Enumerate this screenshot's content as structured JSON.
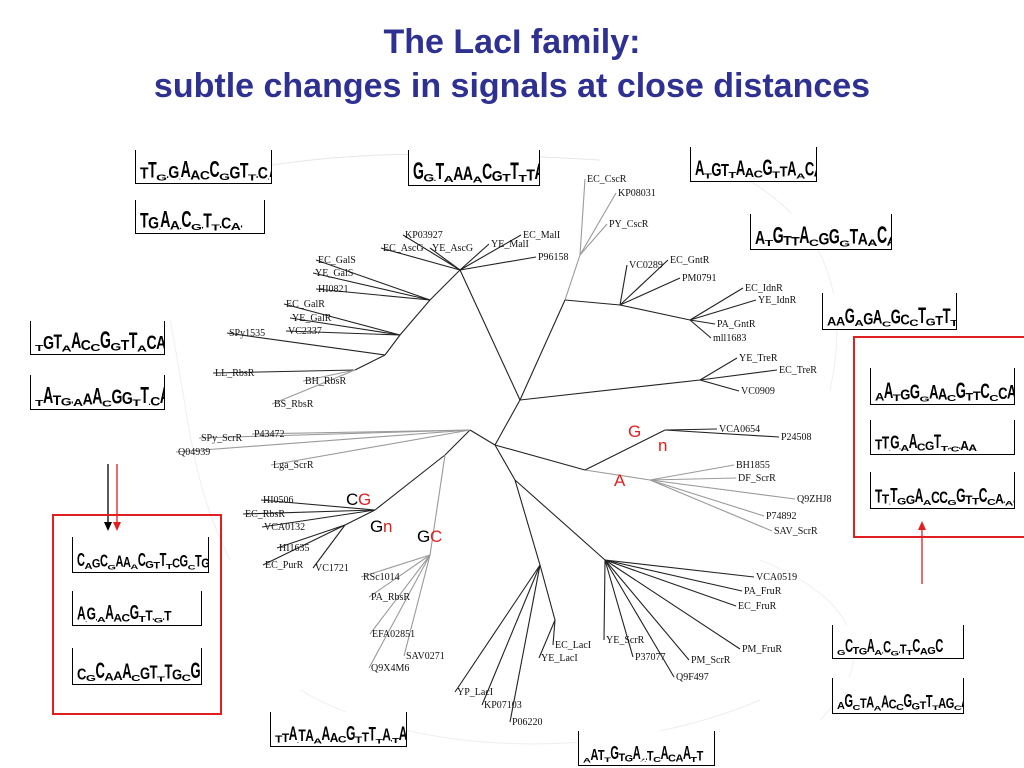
{
  "title": {
    "line1": "The LacI family:",
    "line2": "subtle changes in signals at close distances"
  },
  "colors": {
    "title": "#2e3192",
    "highlight_box": "#e02020",
    "red_letter": "#e02020",
    "black_letter": "#000000",
    "branch_dark": "#222222",
    "branch_light": "#9a9a9a"
  },
  "leaves": [
    "EC_CscR",
    "KP08031",
    "PY_CscR",
    "EC_MalI",
    "YE_MalI",
    "P96158",
    "KP03927",
    "EC_AscG",
    "YE_AscG",
    "EC_GalS",
    "YE_GalS",
    "HI0821",
    "EC_GalR",
    "YE_GalR",
    "VC2337",
    "SPy1535",
    "LL_RbsR",
    "BH_RbsR",
    "BS_RbsR",
    "SPy_ScrR",
    "P43472",
    "Q04939",
    "Lga_ScrR",
    "HI0506",
    "EC_RbsR",
    "VCA0132",
    "HI1635",
    "EC_PurR",
    "VC1721",
    "RSc1014",
    "PA_RbsR",
    "EFA02851",
    "SAV0271",
    "Q9X4M6",
    "YP_LacI",
    "KP07103",
    "P06220",
    "EC_LacI",
    "YE_LacI",
    "YE_ScrR",
    "P37077",
    "PM_ScrR",
    "Q9F497",
    "PM_FruR",
    "EC_FruR",
    "PA_FruR",
    "VCA0519",
    "SAV_ScrR",
    "P74892",
    "Q9ZHJ8",
    "DF_ScrR",
    "BH1855",
    "P24508",
    "VCA0654",
    "VC0909",
    "YE_TreR",
    "EC_TreR",
    "mll1683",
    "PA_GntR",
    "YE_IdnR",
    "EC_IdnR",
    "PM0791",
    "EC_GntR",
    "VC0289"
  ],
  "annotations": {
    "cg": [
      "C",
      "G"
    ],
    "gn_left": [
      "G",
      "n"
    ],
    "gc": [
      "G",
      "C"
    ],
    "gn_right": [
      "G",
      "n"
    ],
    "a": "A"
  },
  "logos": [
    "TTG.G.AACCGGTT.C.AA",
    "TG.AA.CG.TT.CA.",
    "GG.TAAAACGTTTTACC",
    "ATGTTAACGTTAACAT",
    "ATGTTACGGGTAACAT",
    "AAGAGACGCCTGTTT",
    "TGTAACCGGTTACAA",
    "TATG.AAACGGTT.CATA",
    "AATGGGAACGTTCCCATT",
    "TT.G.AACGTT..C.AA",
    "TT.TGGAACCGGTTCCA.AA",
    "CAGCGAAACGTTTCGCTGC",
    "A.G.AAACGTT.G.T",
    "CGCAAACGTTTGCG",
    "TTA.TAAAACGTTTTA.TAA",
    "AATTGTGA.....TCACAATT",
    "GCTGAA.CG.TTCAGC",
    "AGCTAAACCGGTTTAGCAA"
  ]
}
